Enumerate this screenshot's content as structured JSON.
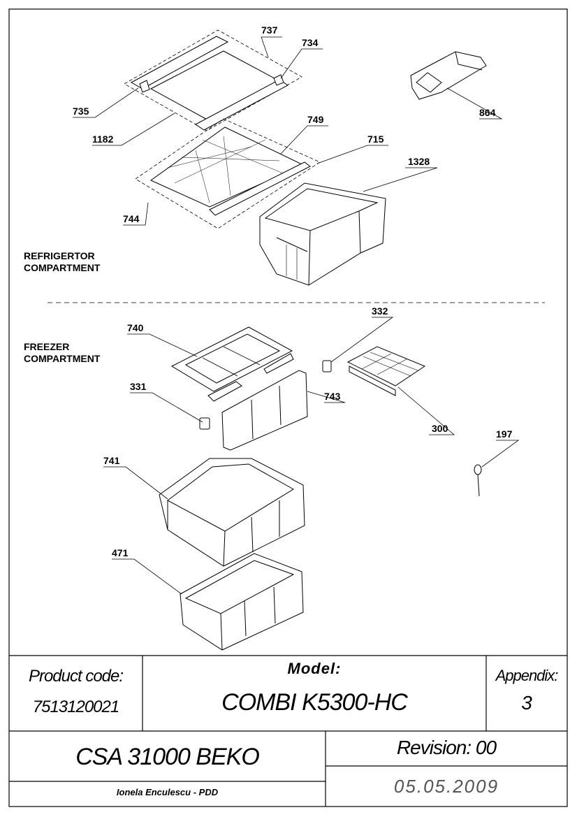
{
  "diagram": {
    "callouts": {
      "c737": "737",
      "c734": "734",
      "c735": "735",
      "c1182": "1182",
      "c749": "749",
      "c715": "715",
      "c744": "744",
      "c1328": "1328",
      "c864": "864",
      "c740": "740",
      "c332": "332",
      "c331": "331",
      "c743": "743",
      "c300": "300",
      "c197": "197",
      "c741": "741",
      "c471": "471"
    },
    "sections": {
      "refrigerator": [
        "REFRIGERTOR",
        "COMPARTMENT"
      ],
      "freezer": [
        "FREEZER",
        "COMPARTMENT"
      ]
    }
  },
  "title_block": {
    "product_code_label": "Product code:",
    "product_code": "7513120021",
    "model_label": "Model:",
    "model": "COMBI K5300-HC",
    "appendix_label": "Appendix:",
    "appendix": "3",
    "csa": "CSA 31000 BEKO",
    "revision": "Revision: 00",
    "author": "Ionela Enculescu - PDD",
    "date": "05.05.2009"
  }
}
